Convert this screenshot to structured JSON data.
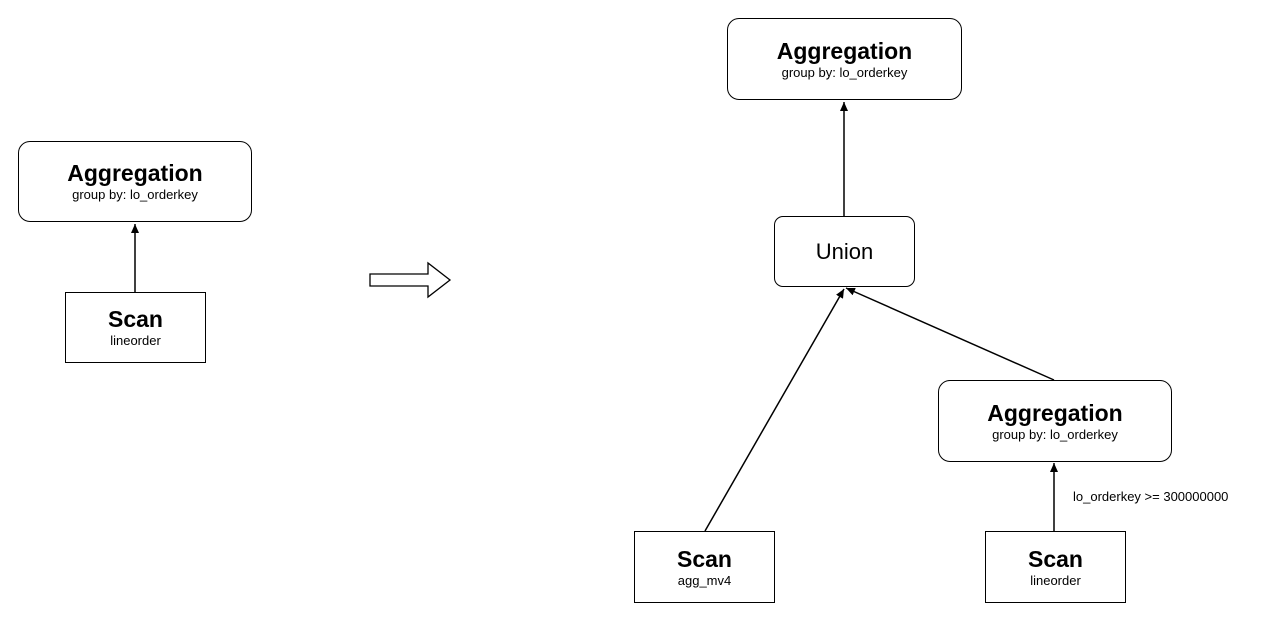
{
  "left": {
    "aggregation": {
      "title": "Aggregation",
      "subtitle": "group by: lo_orderkey"
    },
    "scan": {
      "title": "Scan",
      "subtitle": "lineorder"
    }
  },
  "right": {
    "aggregation_top": {
      "title": "Aggregation",
      "subtitle": "group by: lo_orderkey"
    },
    "union": {
      "title": "Union"
    },
    "aggregation_inner": {
      "title": "Aggregation",
      "subtitle": "group by: lo_orderkey"
    },
    "scan_mv": {
      "title": "Scan",
      "subtitle": "agg_mv4"
    },
    "scan_lineorder": {
      "title": "Scan",
      "subtitle": "lineorder"
    },
    "filter_label": "lo_orderkey >= 300000000"
  },
  "icons": {
    "transform": "right-arrow-icon"
  }
}
